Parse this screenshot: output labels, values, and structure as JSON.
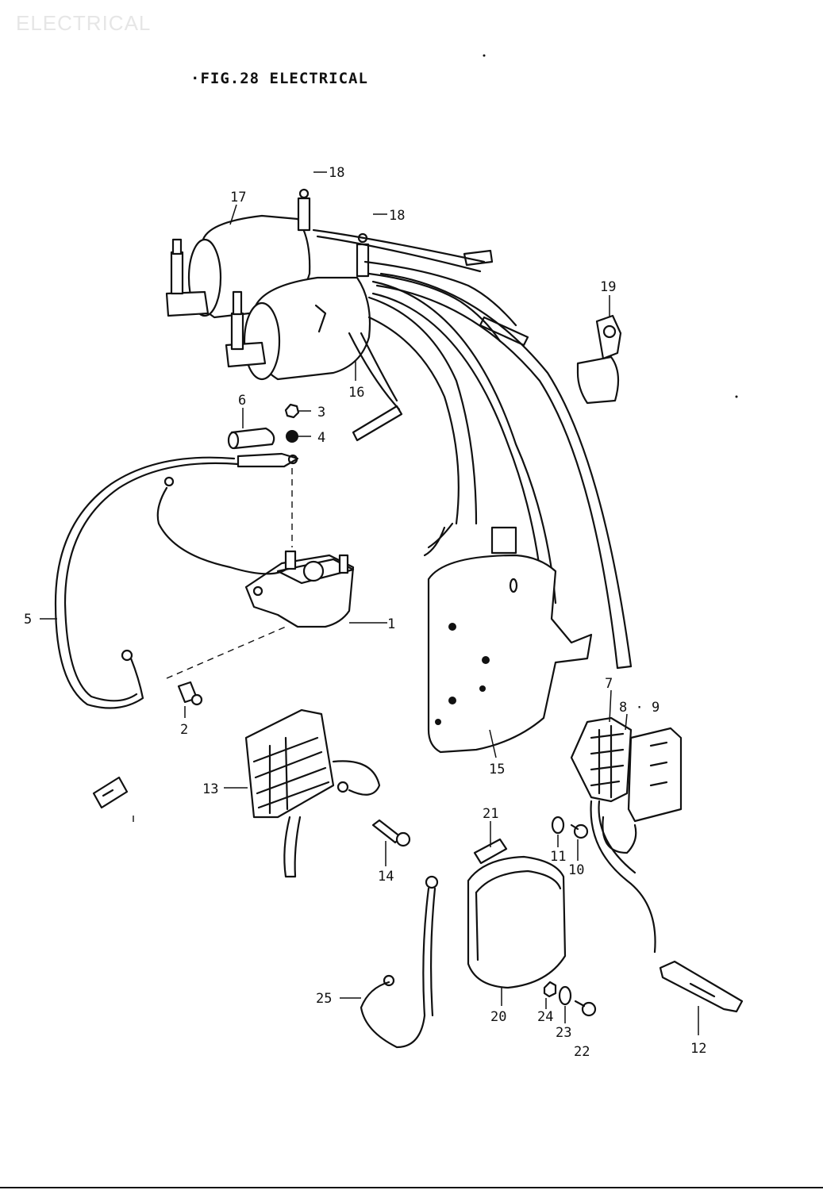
{
  "watermark": "ELECTRICAL",
  "figure": {
    "title": "·FIG.28  ELECTRICAL"
  },
  "callouts": {
    "c1": "1",
    "c2": "2",
    "c3": "3",
    "c4": "4",
    "c5": "5",
    "c6": "6",
    "c7": "7",
    "c8_9": "8 · 9",
    "c10": "10",
    "c11": "11",
    "c12": "12",
    "c13": "13",
    "c14": "14",
    "c15": "15",
    "c16": "16",
    "c17": "17",
    "c18a": "18",
    "c18b": "18",
    "c19": "19",
    "c20": "20",
    "c21": "21",
    "c22": "22",
    "c23": "23",
    "c24": "24",
    "c25": "25"
  },
  "colors": {
    "ink": "#111111",
    "paper": "#ffffff",
    "watermark": "#e6e6e6"
  }
}
